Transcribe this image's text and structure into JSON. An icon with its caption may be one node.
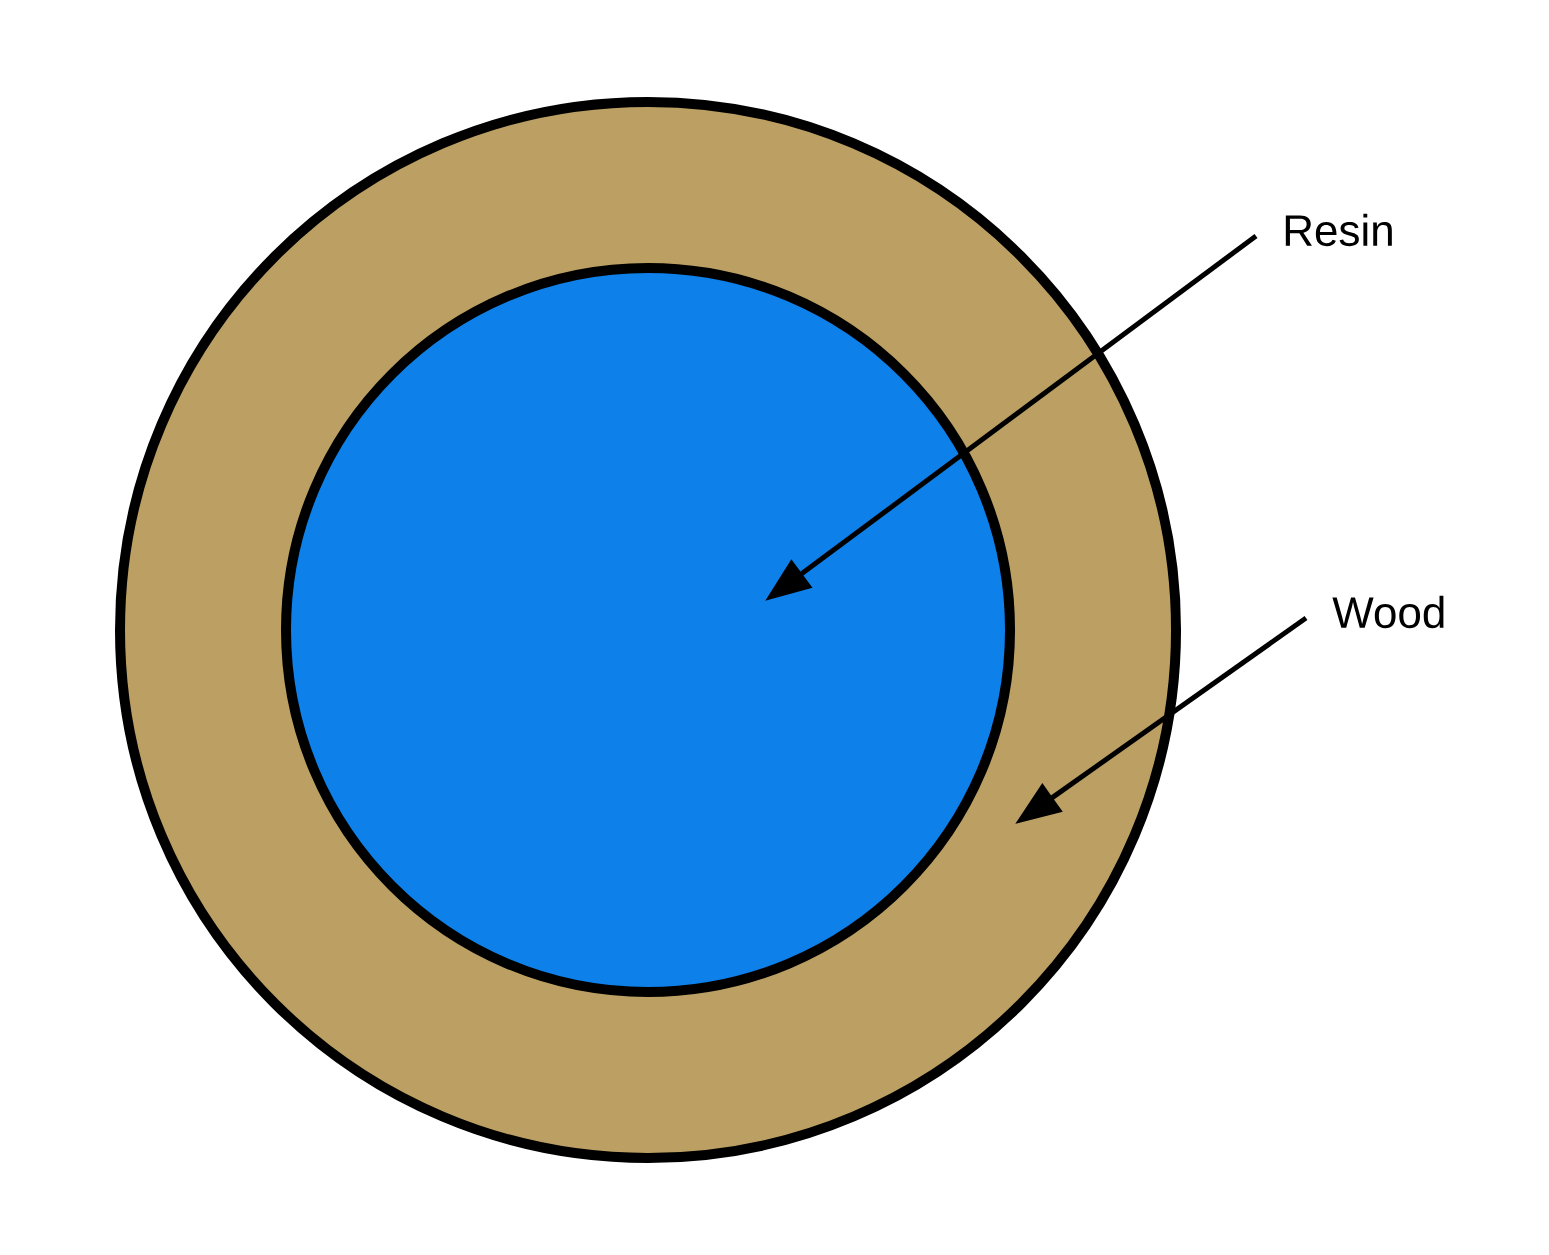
{
  "diagram": {
    "nodes": [
      {
        "text": [],
        "shape": "circle"
      },
      {
        "text": [],
        "shape": "circle",
        "in": 0
      },
      {
        "text": [
          "Resin"
        ]
      },
      {
        "text": [
          "Wood"
        ]
      }
    ],
    "edges": [
      {
        "from": 2,
        "to": 1,
        "arrow": "to"
      },
      {
        "from": 3,
        "to": 0,
        "arrow": "to"
      }
    ]
  }
}
